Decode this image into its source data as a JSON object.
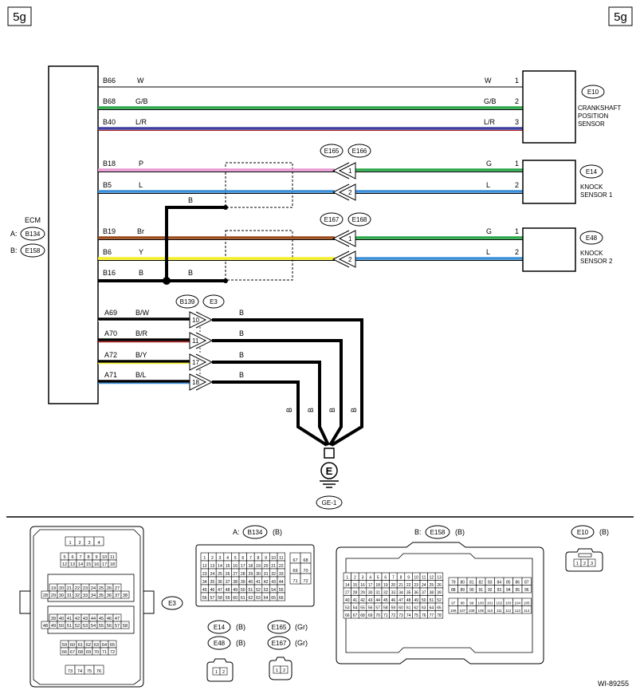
{
  "page": {
    "tag_left": "5g",
    "tag_right": "5g",
    "figure_id": "WI-89255"
  },
  "ecm": {
    "label": "ECM",
    "conn_a_prefix": "A:",
    "conn_a": "B134",
    "conn_b_prefix": "B:",
    "conn_b": "E158"
  },
  "wires": [
    {
      "pin": "B66",
      "color_code": "W",
      "far_code": "W",
      "far_pin": "1"
    },
    {
      "pin": "B68",
      "color_code": "G/B",
      "far_code": "G/B",
      "far_pin": "2"
    },
    {
      "pin": "B40",
      "color_code": "L/R",
      "far_code": "L/R",
      "far_pin": "3"
    },
    {
      "pin": "B18",
      "color_code": "P",
      "far_code": "G",
      "far_pin": "1",
      "conn_pin": "1"
    },
    {
      "pin": "B5",
      "color_code": "L",
      "far_code": "L",
      "far_pin": "2",
      "conn_pin": "2"
    },
    {
      "pin": "B19",
      "color_code": "Br",
      "far_code": "G",
      "far_pin": "1",
      "conn_pin": "1"
    },
    {
      "pin": "B6",
      "color_code": "Y",
      "far_code": "L",
      "far_pin": "2",
      "conn_pin": "2"
    },
    {
      "pin": "B16",
      "color_code": "B",
      "mid_code": "B"
    },
    {
      "pin": "A69",
      "color_code": "B/W",
      "conn_pin": "10",
      "out_code": "B"
    },
    {
      "pin": "A70",
      "color_code": "B/R",
      "conn_pin": "11",
      "out_code": "B"
    },
    {
      "pin": "A72",
      "color_code": "B/Y",
      "conn_pin": "17",
      "out_code": "B"
    },
    {
      "pin": "A71",
      "color_code": "B/L",
      "conn_pin": "18",
      "out_code": "B"
    }
  ],
  "shield_code": "B",
  "vertical_codes": [
    "B",
    "B",
    "B",
    "B"
  ],
  "sensors": {
    "e10": {
      "conn": "E10",
      "line1": "CRANKSHAFT",
      "line2": "POSITION",
      "line3": "SENSOR"
    },
    "e14": {
      "conn": "E14",
      "line1": "KNOCK",
      "line2": "SENSOR 1"
    },
    "e48": {
      "conn": "E48",
      "line1": "KNOCK",
      "line2": "SENSOR 2"
    }
  },
  "inline_connectors": {
    "c1a": "E165",
    "c1b": "E166",
    "c2a": "E167",
    "c2b": "E168",
    "c3a": "B139",
    "c3b": "E3"
  },
  "ground": {
    "symbol": "E",
    "label": "GE-1"
  },
  "legend": {
    "e3_label": "E3",
    "e3_pins": [
      "1",
      "2",
      "3",
      "4",
      "5",
      "6",
      "7",
      "8",
      "9",
      "10",
      "11",
      "12",
      "13",
      "14",
      "15",
      "16",
      "17",
      "18",
      "19",
      "20",
      "21",
      "22",
      "23",
      "24",
      "25",
      "26",
      "27",
      "28",
      "29",
      "30",
      "31",
      "32",
      "33",
      "34",
      "35",
      "36",
      "37",
      "38",
      "39",
      "40",
      "41",
      "42",
      "43",
      "44",
      "45",
      "46",
      "47",
      "48",
      "49",
      "50",
      "51",
      "52",
      "53",
      "54",
      "55",
      "56",
      "57",
      "58",
      "59",
      "60",
      "61",
      "62",
      "63",
      "64",
      "65",
      "66",
      "67",
      "68",
      "69",
      "70",
      "71",
      "72",
      "73",
      "74",
      "75",
      "76"
    ],
    "a_prefix": "A:",
    "a_conn": "B134",
    "a_color": "(B)",
    "a_pins": [
      "1",
      "2",
      "3",
      "4",
      "5",
      "6",
      "7",
      "8",
      "9",
      "10",
      "11",
      "12",
      "13",
      "14",
      "15",
      "16",
      "17",
      "18",
      "19",
      "20",
      "21",
      "22",
      "23",
      "24",
      "25",
      "26",
      "27",
      "28",
      "29",
      "30",
      "31",
      "32",
      "33",
      "34",
      "35",
      "36",
      "37",
      "38",
      "39",
      "40",
      "41",
      "42",
      "43",
      "44",
      "45",
      "46",
      "47",
      "48",
      "49",
      "50",
      "51",
      "52",
      "53",
      "54",
      "55",
      "56",
      "57",
      "58",
      "59",
      "60",
      "61",
      "62",
      "63",
      "64",
      "65",
      "66",
      "67",
      "68",
      "69",
      "70",
      "71",
      "72"
    ],
    "b_prefix": "B:",
    "b_conn": "E158",
    "b_color": "(B)",
    "b_pins": [
      "1",
      "2",
      "3",
      "4",
      "5",
      "6",
      "7",
      "8",
      "9",
      "10",
      "11",
      "12",
      "13",
      "14",
      "15",
      "16",
      "17",
      "18",
      "19",
      "20",
      "21",
      "22",
      "23",
      "24",
      "25",
      "26",
      "27",
      "28",
      "29",
      "30",
      "31",
      "32",
      "33",
      "34",
      "35",
      "36",
      "37",
      "38",
      "39",
      "40",
      "41",
      "42",
      "43",
      "44",
      "45",
      "46",
      "47",
      "48",
      "49",
      "50",
      "51",
      "52",
      "53",
      "54",
      "55",
      "56",
      "57",
      "58",
      "59",
      "60",
      "61",
      "62",
      "63",
      "64",
      "65",
      "66",
      "67",
      "68",
      "69",
      "70",
      "71",
      "72",
      "73",
      "74",
      "75",
      "76",
      "77",
      "78",
      "79",
      "80",
      "81",
      "82",
      "83",
      "84",
      "85",
      "86",
      "87",
      "88",
      "89",
      "90",
      "91",
      "92",
      "93",
      "94",
      "95",
      "96",
      "97",
      "98",
      "99",
      "100",
      "101",
      "102",
      "103",
      "104",
      "105",
      "106",
      "107",
      "108",
      "109",
      "110",
      "111",
      "112",
      "113",
      "114"
    ],
    "e10_conn": "E10",
    "e10_color": "(B)",
    "e10_pins": [
      "1",
      "2",
      "3"
    ],
    "e14_conn": "E14",
    "e14_color": "(B)",
    "e48_conn": "E48",
    "e48_color": "(B)",
    "e165_conn": "E165",
    "e165_color": "(Gr)",
    "e167_conn": "E167",
    "e167_color": "(Gr)",
    "two_pins": [
      "1",
      "2"
    ]
  },
  "colors": {
    "green": "#2aa84a",
    "blue": "#3a8fd8",
    "pink": "#e99ad4",
    "brown": "#9c4a1c",
    "yellow": "#f5ef2a",
    "navy": "#3f3f9f",
    "red": "#b21d1d",
    "black": "#000000"
  }
}
